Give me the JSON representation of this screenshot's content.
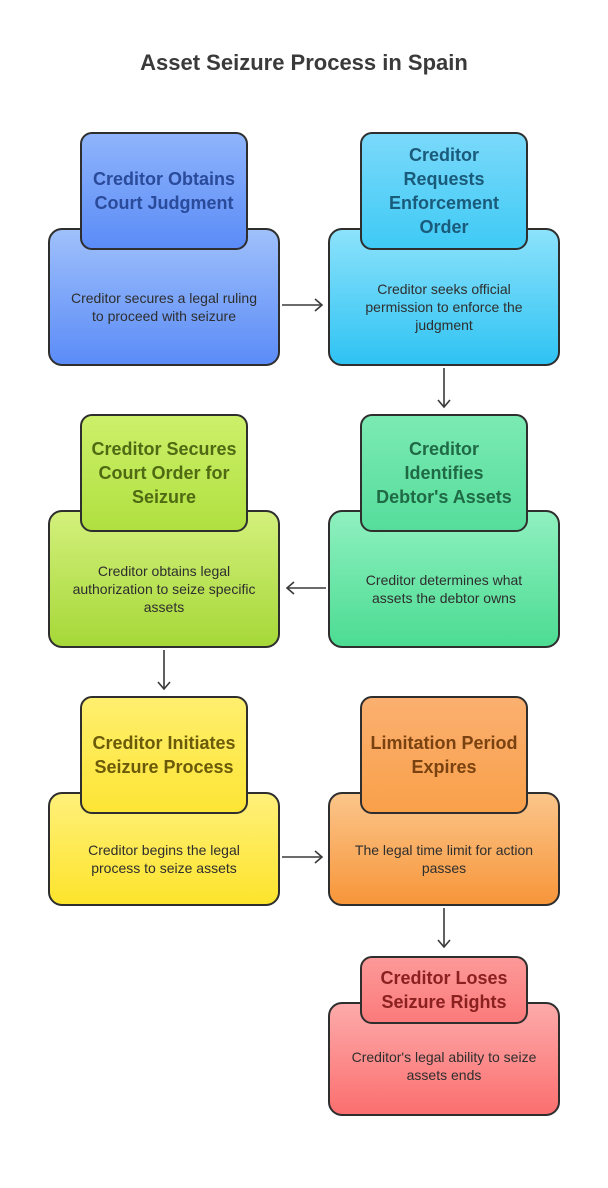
{
  "title": "Asset Seizure Process in Spain",
  "steps": [
    {
      "head": "Creditor Obtains Court Judgment",
      "desc": "Creditor secures a legal ruling to proceed with seizure"
    },
    {
      "head": "Creditor Requests Enforcement Order",
      "desc": "Creditor seeks official permission to enforce the judgment"
    },
    {
      "head": "Creditor Identifies Debtor's Assets",
      "desc": "Creditor determines what assets the debtor owns"
    },
    {
      "head": "Creditor Secures Court Order for Seizure",
      "desc": "Creditor obtains legal authorization to seize specific assets"
    },
    {
      "head": "Creditor Initiates Seizure Process",
      "desc": "Creditor begins the legal process to seize assets"
    },
    {
      "head": "Limitation Period Expires",
      "desc": "The legal time limit for action passes"
    },
    {
      "head": "Creditor Loses Seizure Rights",
      "desc": "Creditor's legal ability to seize assets ends"
    }
  ],
  "colors": {
    "blue": "#5b8cf7",
    "cyan": "#3fcaf5",
    "green": "#5ee0a0",
    "lime": "#b7e34a",
    "yellow": "#fde535",
    "orange": "#f9a04a",
    "red": "#fb7b7b"
  }
}
